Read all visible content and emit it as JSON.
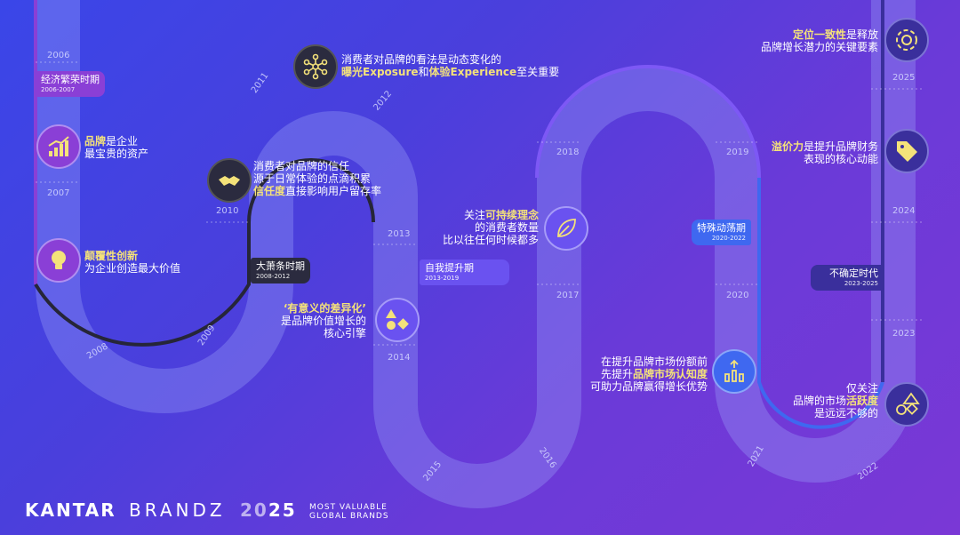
{
  "years": {
    "y2006": "2006",
    "y2007": "2007",
    "y2008": "2008",
    "y2009": "2009",
    "y2010": "2010",
    "y2011": "2011",
    "y2012": "2012",
    "y2013": "2013",
    "y2014": "2014",
    "y2015": "2015",
    "y2016": "2016",
    "y2017": "2017",
    "y2018": "2018",
    "y2019": "2019",
    "y2020": "2020",
    "y2021": "2021",
    "y2022": "2022",
    "y2023": "2023",
    "y2024": "2024",
    "y2025": "2025"
  },
  "eras": [
    {
      "name": "经济繁荣时期",
      "range": "2006-2007",
      "color": "#8a3fd6"
    },
    {
      "name": "大萧条时期",
      "range": "2008-2012",
      "color": "#2b2b3f"
    },
    {
      "name": "自我提升期",
      "range": "2013-2019",
      "color": "#6a52f0"
    },
    {
      "name": "特殊动荡期",
      "range": "2020-2022",
      "color": "#3f68f0"
    },
    {
      "name": "不确定时代",
      "range": "2023-2025",
      "color": "#3a2f9c"
    }
  ],
  "insights": {
    "i1": {
      "hl": "品牌",
      "t1": "是企业",
      "t2": "最宝贵的资产"
    },
    "i2": {
      "hl": "颠覆性创新",
      "t2": "为企业创造最大价值"
    },
    "i3": {
      "t1": "消费者对品牌的信任",
      "t2": "源于日常体验的点滴积累",
      "hl": "信任度",
      "t3": "直接影响用户留存率"
    },
    "i4": {
      "t1": "消费者对品牌的看法是动态变化的",
      "hl1": "曝光Exposure",
      "mid": "和",
      "hl2": "体验Experience",
      "t2": "至关重要"
    },
    "i5": {
      "hl": "‘有意义的差异化’",
      "t1": "是品牌价值增长的",
      "t2": "核心引擎"
    },
    "i6": {
      "pre": "关注",
      "hl": "可持续理念",
      "t1": "的消费者数量",
      "t2": "比以往任何时候都多"
    },
    "i7": {
      "t1": "在提升品牌市场份额前",
      "pre": "先提升",
      "hl": "品牌市场认知度",
      "t2": "可助力品牌赢得增长优势"
    },
    "i8": {
      "t1": "仅关注",
      "pre": "品牌的市场",
      "hl": "活跃度",
      "t2": "是远远不够的"
    },
    "i9": {
      "hl": "溢价力",
      "t1": "是提升品牌财务",
      "t2": "表现的核心动能"
    },
    "i10": {
      "hl": "定位一致性",
      "t1": "是释放",
      "t2": "品牌增长潜力的关键要素"
    }
  },
  "icons": [
    "growth-chart-icon",
    "lightbulb-icon",
    "handshake-icon",
    "network-icon",
    "shapes-icon",
    "leaf-icon",
    "bar-arrow-icon",
    "shapes-icon",
    "price-tag-icon",
    "gear-icon"
  ],
  "logo": {
    "brand": "KANTAR",
    "sub": "BRANDZ",
    "year_a": "20",
    "year_b": "25",
    "tag1": "MOST VALUABLE",
    "tag2": "GLOBAL BRANDS"
  },
  "colors": {
    "gold": "#f4e27a",
    "road": "#8f95f3",
    "dark": "#2b2b3f",
    "violet": "#8a3fd6",
    "blue": "#3f68f0"
  }
}
